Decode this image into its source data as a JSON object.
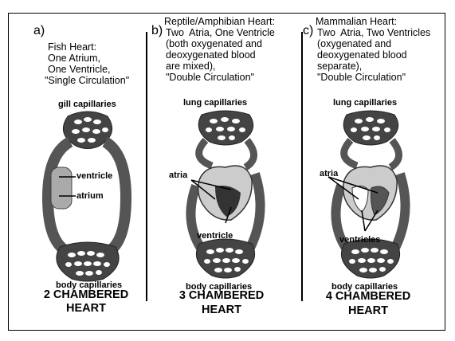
{
  "panels": [
    {
      "letter": "a)",
      "description": [
        "Fish Heart:",
        "One Atrium,",
        "One Ventricle,",
        "\"Single Circulation\""
      ],
      "top_label": "gill capillaries",
      "labels": [
        "ventricle",
        "atrium"
      ],
      "bottom_label": "body capillaries",
      "title": [
        "2 CHAMBERED",
        "HEART"
      ]
    },
    {
      "letter": "b)",
      "description": [
        "Reptile/Amphibian Heart:",
        "Two  Atria, One Ventricle",
        "(both oxygenated and",
        "deoxygenated blood",
        "are mixed),",
        "\"Double Circulation\""
      ],
      "top_label": "lung capillaries",
      "labels": [
        "atria",
        "ventricle"
      ],
      "bottom_label": "body capillaries",
      "title": [
        "3 CHAMBERED",
        "HEART"
      ]
    },
    {
      "letter": "c)",
      "description": [
        "Mammalian Heart:",
        "Two  Atria, Two Ventricles",
        "(oxygenated and",
        "deoxygenated blood",
        "separate),",
        "\"Double Circulation\""
      ],
      "top_label": "lung capillaries",
      "labels": [
        "atria",
        "ventricles"
      ],
      "bottom_label": "body capillaries",
      "title": [
        "4 CHAMBERED",
        "HEART"
      ]
    }
  ]
}
